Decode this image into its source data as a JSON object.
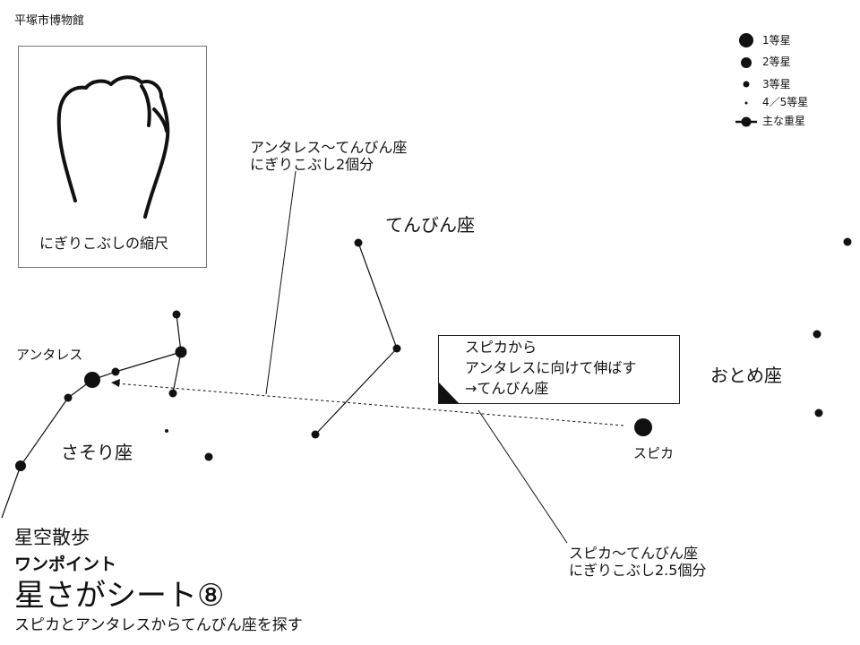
{
  "museum": "平塚市博物館",
  "ruler": {
    "caption": "にぎりこぶしの縮尺"
  },
  "legend": [
    "1等星",
    "2等星",
    "3等星",
    "4／5等星",
    "主な重星"
  ],
  "constellations": {
    "libra": "てんびん座",
    "scorpius": "さそり座",
    "virgo": "おとめ座"
  },
  "stars": {
    "antares": "アンタレス",
    "spica": "スピカ"
  },
  "callouts": {
    "antares_libra": [
      "アンタレス〜てんびん座",
      "にぎりこぶし2個分"
    ],
    "spica_libra": [
      "スピカ〜てんびん座",
      "にぎりこぶし2.5個分"
    ]
  },
  "note": [
    "スピカから",
    "アンタレスに向けて伸ばす",
    "→てんびん座"
  ],
  "title": {
    "series": "星空散歩",
    "tag": "ワンポイント",
    "main": "星さがシート⑧",
    "sub": "スピカとアンタレスからてんびん座を探す"
  }
}
